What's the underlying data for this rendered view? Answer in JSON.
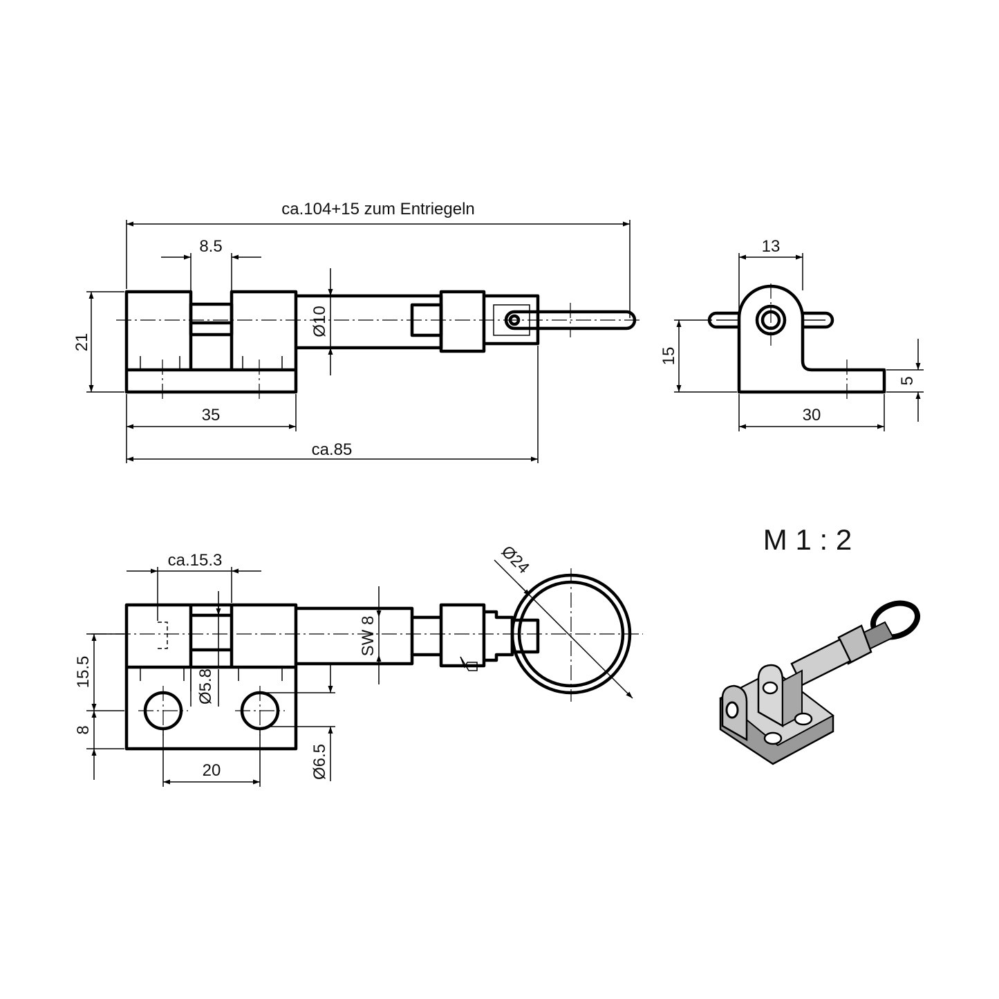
{
  "drawing": {
    "dimensions": {
      "overall_length": "ca.104+15 zum Entriegeln",
      "groove_width": "8.5",
      "height": "21",
      "pin_diameter": "Ø10",
      "base_length": "35",
      "length_to_ring": "ca.85",
      "side_width": "13",
      "side_height": "15",
      "base_thickness": "5",
      "side_base_length": "30",
      "top_offset": "ca.15.3",
      "ring_diameter": "Ø24",
      "wrench_size": "SW 8",
      "bore_diameter": "Ø5.8",
      "height_upper": "15.5",
      "height_lower": "8",
      "hole_spacing": "20",
      "hole_diameter": "Ø6.5"
    },
    "scale_label": "M 1 : 2"
  }
}
